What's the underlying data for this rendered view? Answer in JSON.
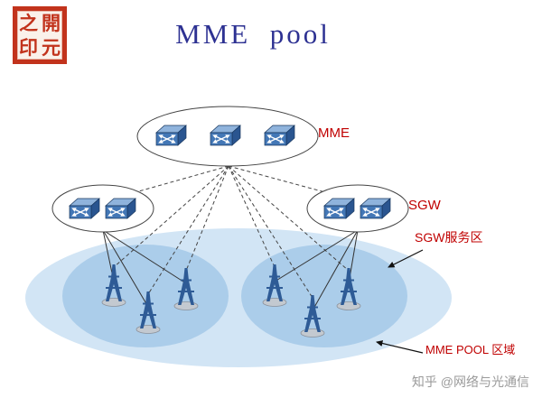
{
  "title": "MME  pool",
  "seal": {
    "chars": [
      "之",
      "開",
      "印",
      "元"
    ]
  },
  "labels": {
    "mme": "MME",
    "sgw": "SGW",
    "sgw_service_area": "SGW服务区",
    "mme_pool_area": "MME POOL 区域"
  },
  "watermark": "知乎 @网络与光通信",
  "diagram": {
    "mme_router_count": 3,
    "sgw_left_router_count": 2,
    "sgw_right_router_count": 2,
    "base_station_count": 6
  },
  "colors": {
    "label_red": "#c00000",
    "title_blue": "#2d3192",
    "pool_fill": "#d2e5f5",
    "service_area_fill": "#abcdea",
    "router_blue": "#4377b6",
    "tower_blue": "#2e5b96",
    "seal_red": "#c2331c",
    "watermark_gray": "#9a9a9a"
  }
}
